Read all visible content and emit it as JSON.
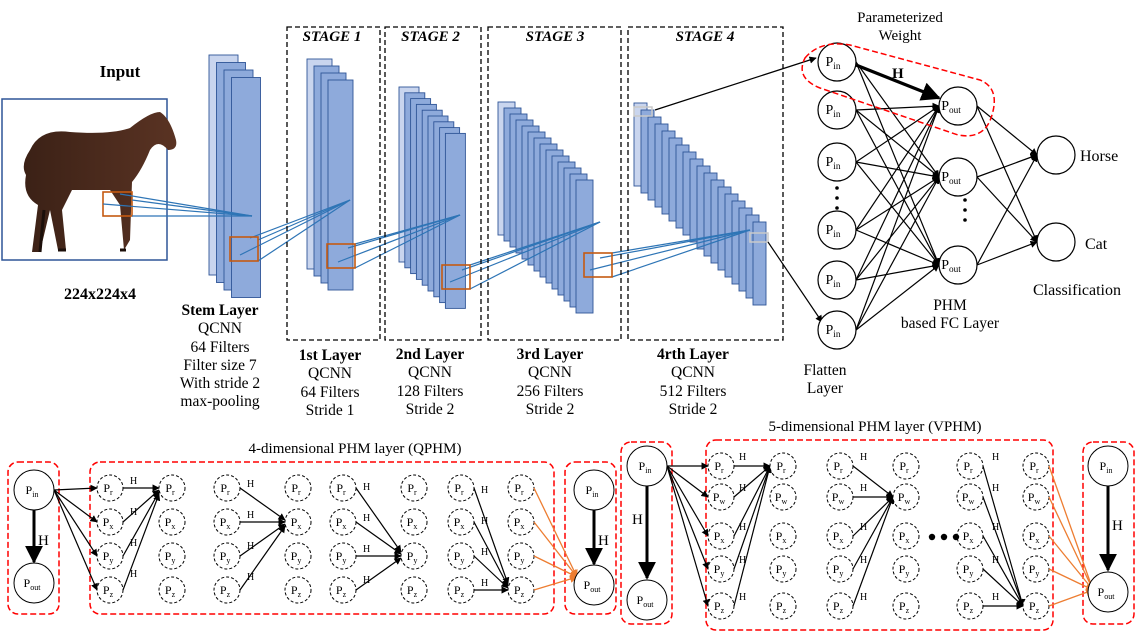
{
  "input": {
    "title": "Input",
    "size": "224x224x4"
  },
  "stages": [
    "STAGE 1",
    "STAGE 2",
    "STAGE 3",
    "STAGE 4"
  ],
  "layers": {
    "stem": {
      "title": "Stem Layer",
      "lines": [
        "QCNN",
        "64 Filters",
        "Filter size 7",
        "With stride 2",
        "max-pooling"
      ]
    },
    "l1": {
      "title": "1st Layer",
      "lines": [
        "QCNN",
        "64 Filters",
        "Stride 1"
      ]
    },
    "l2": {
      "title": "2nd Layer",
      "lines": [
        "QCNN",
        "128 Filters",
        "Stride 2"
      ]
    },
    "l3": {
      "title": "3rd Layer",
      "lines": [
        "QCNN",
        "256 Filters",
        "Stride 2"
      ]
    },
    "l4": {
      "title": "4rth Layer",
      "lines": [
        "QCNN",
        "512 Filters",
        "Stride 2"
      ]
    }
  },
  "fc": {
    "param_weight": [
      "Parameterized",
      "Weight"
    ],
    "flatten": [
      "Flatten",
      "Layer"
    ],
    "phm": [
      "PHM",
      "based FC Layer"
    ],
    "classes": [
      "Horse",
      "Cat"
    ],
    "classification": "Classification",
    "p_in": "P",
    "in_sub": "in",
    "p_out": "P",
    "out_sub": "out",
    "h": "H"
  },
  "qphm_title": "4-dimensional PHM layer (QPHM)",
  "vphm_title": "5-dimensional PHM layer (VPHM)",
  "colors": {
    "blue_fill": "#8eaadb",
    "blue_edge": "#2f5597",
    "link_blue": "#2e75b6",
    "red": "#ff0000",
    "orange": "#ed7d31",
    "rf_box": "#c55a11"
  },
  "icons": [
    "horse-photo",
    "neuron-node",
    "ellipsis-dots"
  ]
}
